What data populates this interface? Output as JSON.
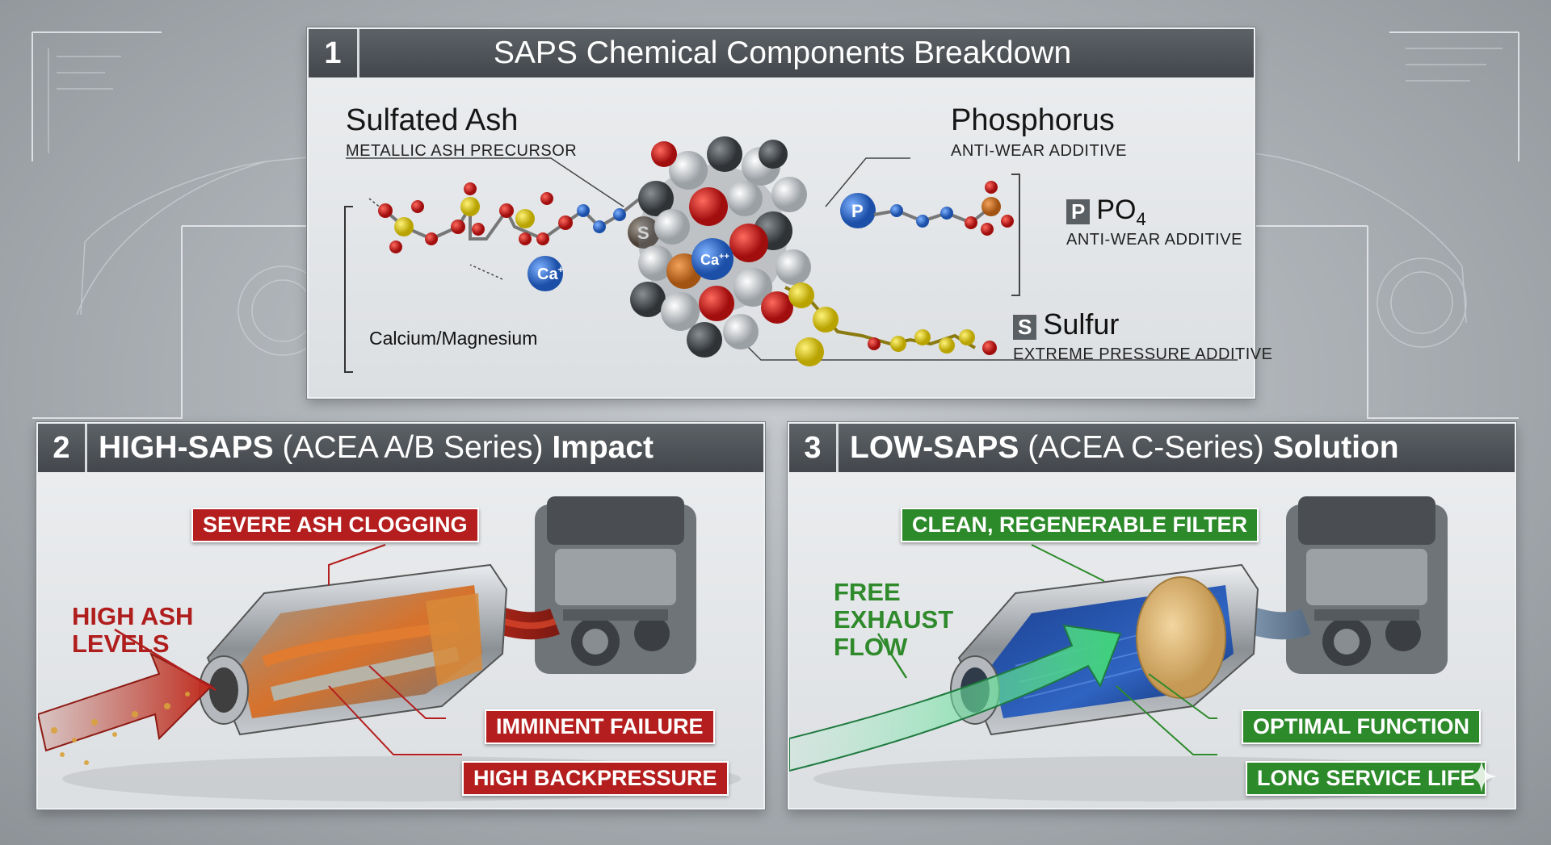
{
  "panel1": {
    "number": "1",
    "title": "SAPS Chemical Components Breakdown",
    "sulfated_ash": {
      "title": "Sulfated Ash",
      "subtitle": "METALLIC ASH PRECURSOR",
      "note": "Calcium/Magnesium",
      "atom_label": "Ca",
      "atom_charge": "+"
    },
    "phosphorus": {
      "title": "Phosphorus",
      "subtitle": "ANTI-WEAR ADDITIVE"
    },
    "po4": {
      "symbol": "P",
      "label": "PO",
      "sub": "4",
      "subtitle": "ANTI-WEAR ADDITIVE"
    },
    "sulfur": {
      "symbol": "S",
      "label": "Sulfur",
      "subtitle": "EXTREME PRESSURE ADDITIVE"
    },
    "molecule": {
      "s_atom": "S",
      "p_atom": "P",
      "ca_atom": "Ca",
      "ca_charge": "++"
    }
  },
  "panel2": {
    "number": "2",
    "title_bold_1": "HIGH-SAPS",
    "title_light": " (ACEA A/B Series) ",
    "title_bold_2": "Impact",
    "tag_top": "SEVERE ASH CLOGGING",
    "callout_line1": "HIGH ASH",
    "callout_line2": "LEVELS",
    "tag_mid": "IMMINENT FAILURE",
    "tag_bottom": "HIGH BACKPRESSURE"
  },
  "panel3": {
    "number": "3",
    "title_bold_1": "LOW-SAPS",
    "title_light": " (ACEA C-Series) ",
    "title_bold_2": "Solution",
    "tag_top": "CLEAN, REGENERABLE FILTER",
    "callout_line1": "FREE",
    "callout_line2": "EXHAUST",
    "callout_line3": "FLOW",
    "tag_mid": "OPTIMAL FUNCTION",
    "tag_bottom": "LONG SERVICE LIFE"
  },
  "colors": {
    "header_bg": "#4b5055",
    "red_tag": "#b51e1e",
    "green_tag": "#2d8a2b",
    "red_text": "#b01d1d",
    "green_text": "#2f8a2c"
  }
}
